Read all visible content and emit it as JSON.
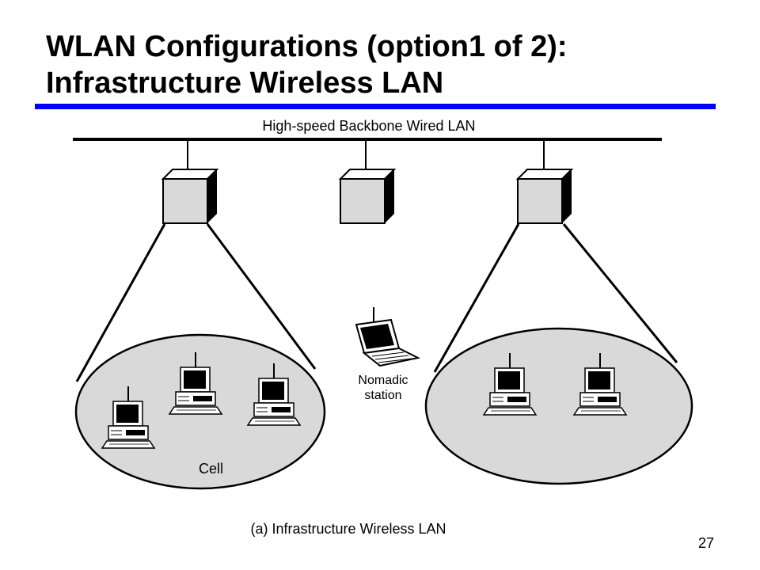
{
  "slide": {
    "title_line1": "WLAN Configurations (option1 of 2):",
    "title_line2": "Infrastructure Wireless LAN",
    "page_number": "27",
    "accent_color": "#0000ff"
  },
  "diagram": {
    "backbone_label": "High-speed Backbone Wired LAN",
    "cell_label": "Cell",
    "nomadic_label_line1": "Nomadic",
    "nomadic_label_line2": "station",
    "caption": "(a) Infrastructure Wireless LAN",
    "access_point_count": 3,
    "left_cell_station_count": 3,
    "right_cell_station_count": 2,
    "cell_fill_color": "#d9d9d9",
    "access_point_fill_color": "#d9d9d9"
  }
}
